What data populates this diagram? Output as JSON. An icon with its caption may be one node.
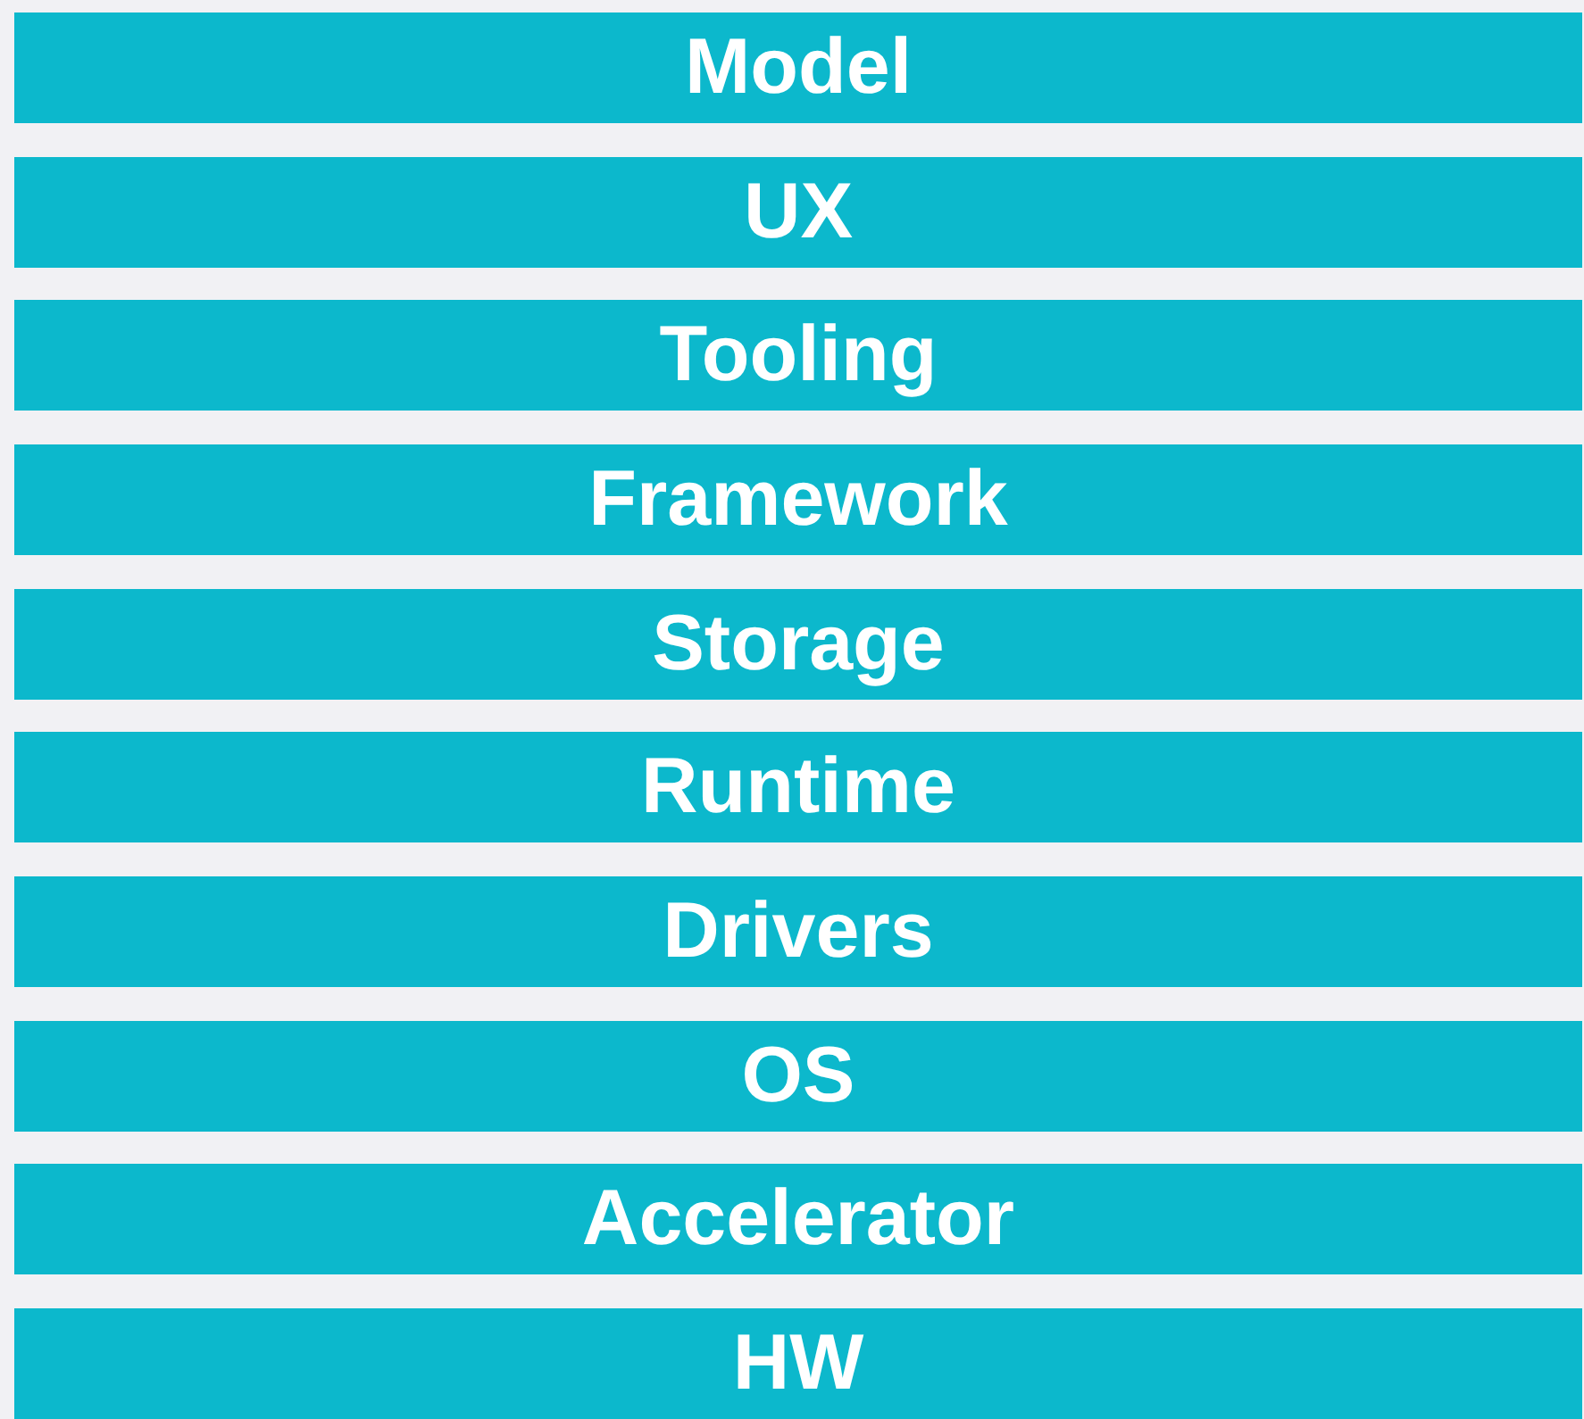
{
  "diagram": {
    "nodes": [
      {
        "text": [
          "Model"
        ]
      },
      {
        "text": [
          "UX"
        ]
      },
      {
        "text": [
          "Tooling"
        ]
      },
      {
        "text": [
          "Framework"
        ]
      },
      {
        "text": [
          "Storage"
        ]
      },
      {
        "text": [
          "Runtime"
        ]
      },
      {
        "text": [
          "Drivers"
        ]
      },
      {
        "text": [
          "OS"
        ]
      },
      {
        "text": [
          "Accelerator"
        ]
      },
      {
        "text": [
          "HW"
        ]
      }
    ]
  }
}
